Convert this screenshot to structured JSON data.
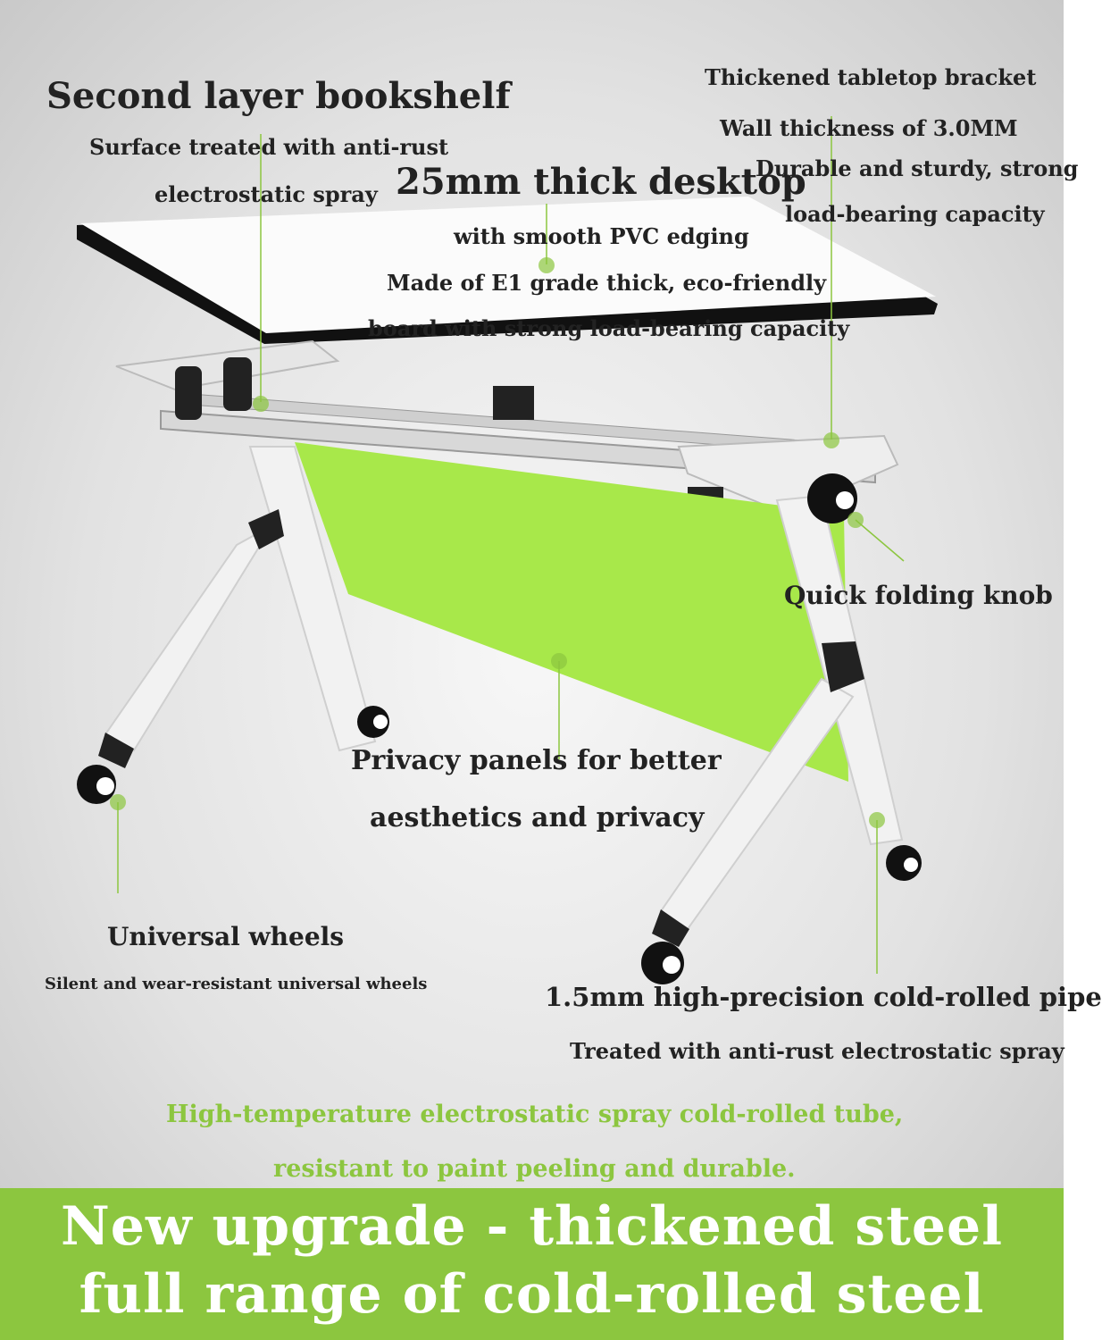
{
  "colors": {
    "accent": "#8cc63f",
    "panel": "#a8e84a",
    "text": "#222222"
  },
  "labels": {
    "bookshelf_title": "Second layer bookshelf",
    "bookshelf_line1": "Surface treated with anti-rust",
    "bookshelf_line2": "electrostatic spray",
    "desktop_title": "25mm thick desktop",
    "desktop_line1": "with smooth PVC edging",
    "desktop_line2": "Made of E1 grade thick, eco-friendly",
    "desktop_line3": "board with strong load-bearing capacity",
    "bracket_title": "Thickened tabletop bracket",
    "bracket_line1": "Wall thickness of 3.0MM",
    "bracket_line2": "Durable and sturdy, strong",
    "bracket_line3": "load-bearing capacity",
    "knob_title": "Quick folding knob",
    "panel_line1": "Privacy panels for better",
    "panel_line2": "aesthetics and privacy",
    "wheels_title": "Universal wheels",
    "wheels_line1": "Silent and wear-resistant universal wheels",
    "pipe_title": "1.5mm high-precision cold-rolled pipe",
    "pipe_line1": "Treated with anti-rust electrostatic spray",
    "tube_line1": "High-temperature electrostatic spray cold-rolled tube,",
    "tube_line2": "resistant to paint peeling and durable."
  },
  "banner": {
    "line1": "New upgrade - thickened steel",
    "line2": "full range of cold-rolled steel"
  }
}
